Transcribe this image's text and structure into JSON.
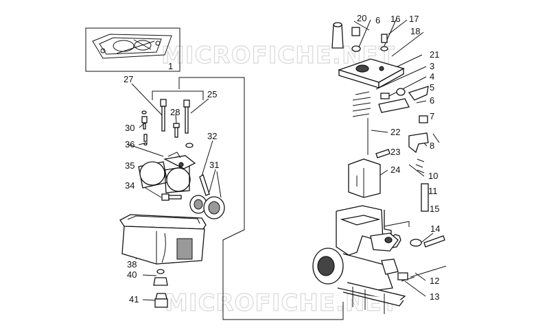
{
  "watermark": "MICROFICHE.NET",
  "callouts": {
    "c1": "1",
    "c3": "3",
    "c4": "4",
    "c5": "5",
    "c6a": "6",
    "c6b": "6",
    "c7": "7",
    "c8": "8",
    "c10": "10",
    "c11": "11",
    "c12": "12",
    "c13": "13",
    "c14": "14",
    "c15": "15",
    "c16": "16",
    "c17": "17",
    "c18": "18",
    "c20": "20",
    "c21": "21",
    "c22": "22",
    "c23": "23",
    "c24": "24",
    "c25": "25",
    "c27": "27",
    "c28": "28",
    "c30": "30",
    "c31": "31",
    "c32": "32",
    "c34": "34",
    "c35": "35",
    "c36": "36",
    "c38": "38",
    "c40": "40",
    "c41": "41"
  },
  "icons": {
    "gasket-kit": "gasket-set-icon",
    "float-bowl": "float-bowl-icon",
    "carburetor-body": "carburetor-body-icon"
  }
}
